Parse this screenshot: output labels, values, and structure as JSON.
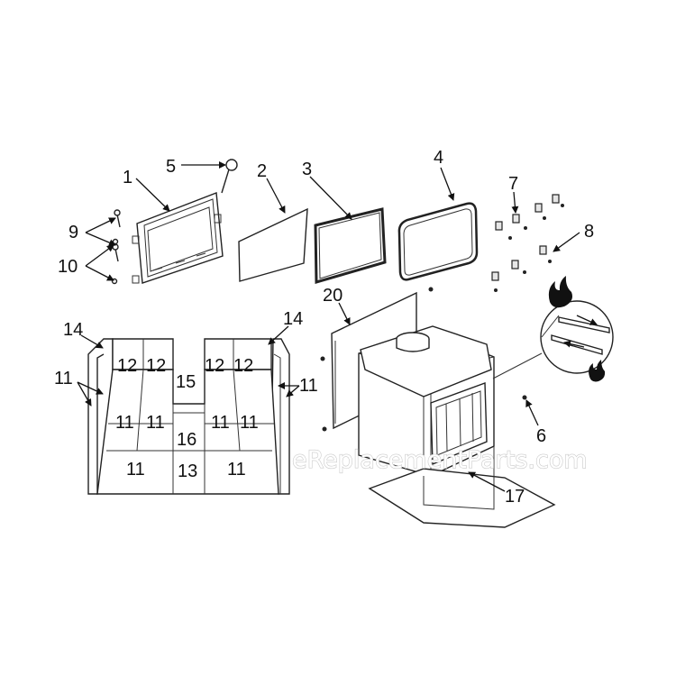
{
  "callouts": {
    "c1": "1",
    "c2": "2",
    "c3": "3",
    "c4": "4",
    "c5": "5",
    "c6": "6",
    "c7": "7",
    "c8": "8",
    "c9": "9",
    "c10": "10",
    "c11a": "11",
    "c11b": "11",
    "c11c": "11",
    "c11d": "11",
    "c11e": "11",
    "c11f": "11",
    "c11g": "11",
    "c11h": "11",
    "c12a": "12",
    "c12b": "12",
    "c12c": "12",
    "c12d": "12",
    "c13": "13",
    "c14a": "14",
    "c14b": "14",
    "c15": "15",
    "c16": "16",
    "c17": "17",
    "c20": "20"
  },
  "watermark": "eReplacementParts.com"
}
